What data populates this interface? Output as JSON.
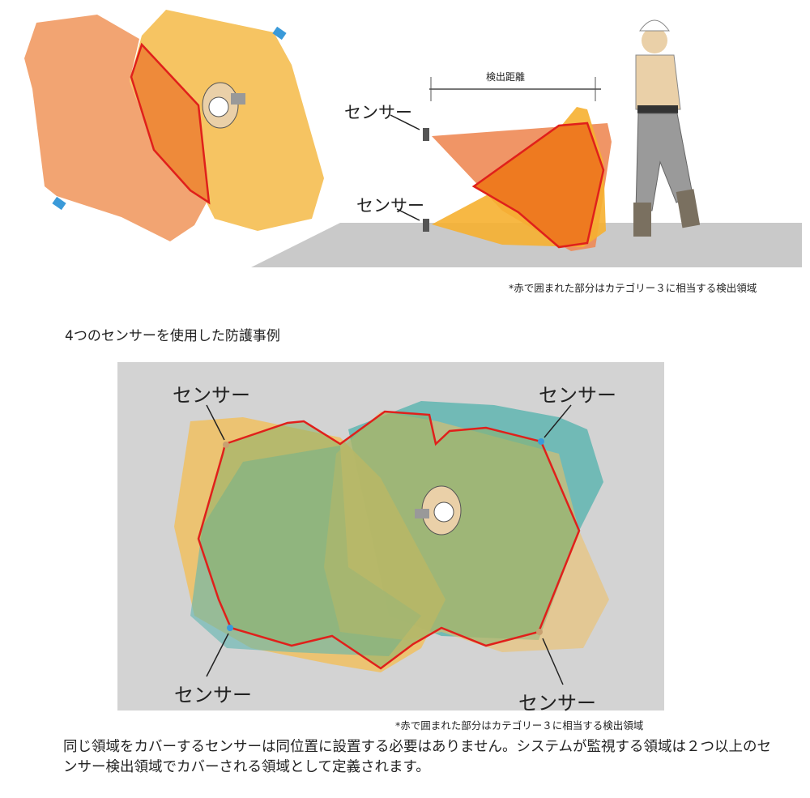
{
  "top": {
    "sensor_label_1": "センサー",
    "sensor_label_2": "センサー",
    "distance_label": "検出距離",
    "footnote": "*赤で囲まれた部分はカテゴリー３に相当する検出領域"
  },
  "section_title": "4つのセンサーを使用した防護事例",
  "bottom": {
    "sensor_top_left": "センサー",
    "sensor_top_right": "センサー",
    "sensor_bottom_left": "センサー",
    "sensor_bottom_right": "センサー",
    "footnote": "*赤で囲まれた部分はカテゴリー３に相当する検出領域"
  },
  "description": "同じ領域をカバーするセンサーは同位置に設置する必要はありません。システムが監視する領域は２つ以上のセンサー検出領域でカバーされる領域として定義されます。",
  "colors": {
    "red_outline": "#e0201b",
    "salmon": "#f2a472",
    "yellow": "#f6c462",
    "orange": "#ee7a2a",
    "teal": "#5fb5b0",
    "floor": "#c9c9c9"
  }
}
